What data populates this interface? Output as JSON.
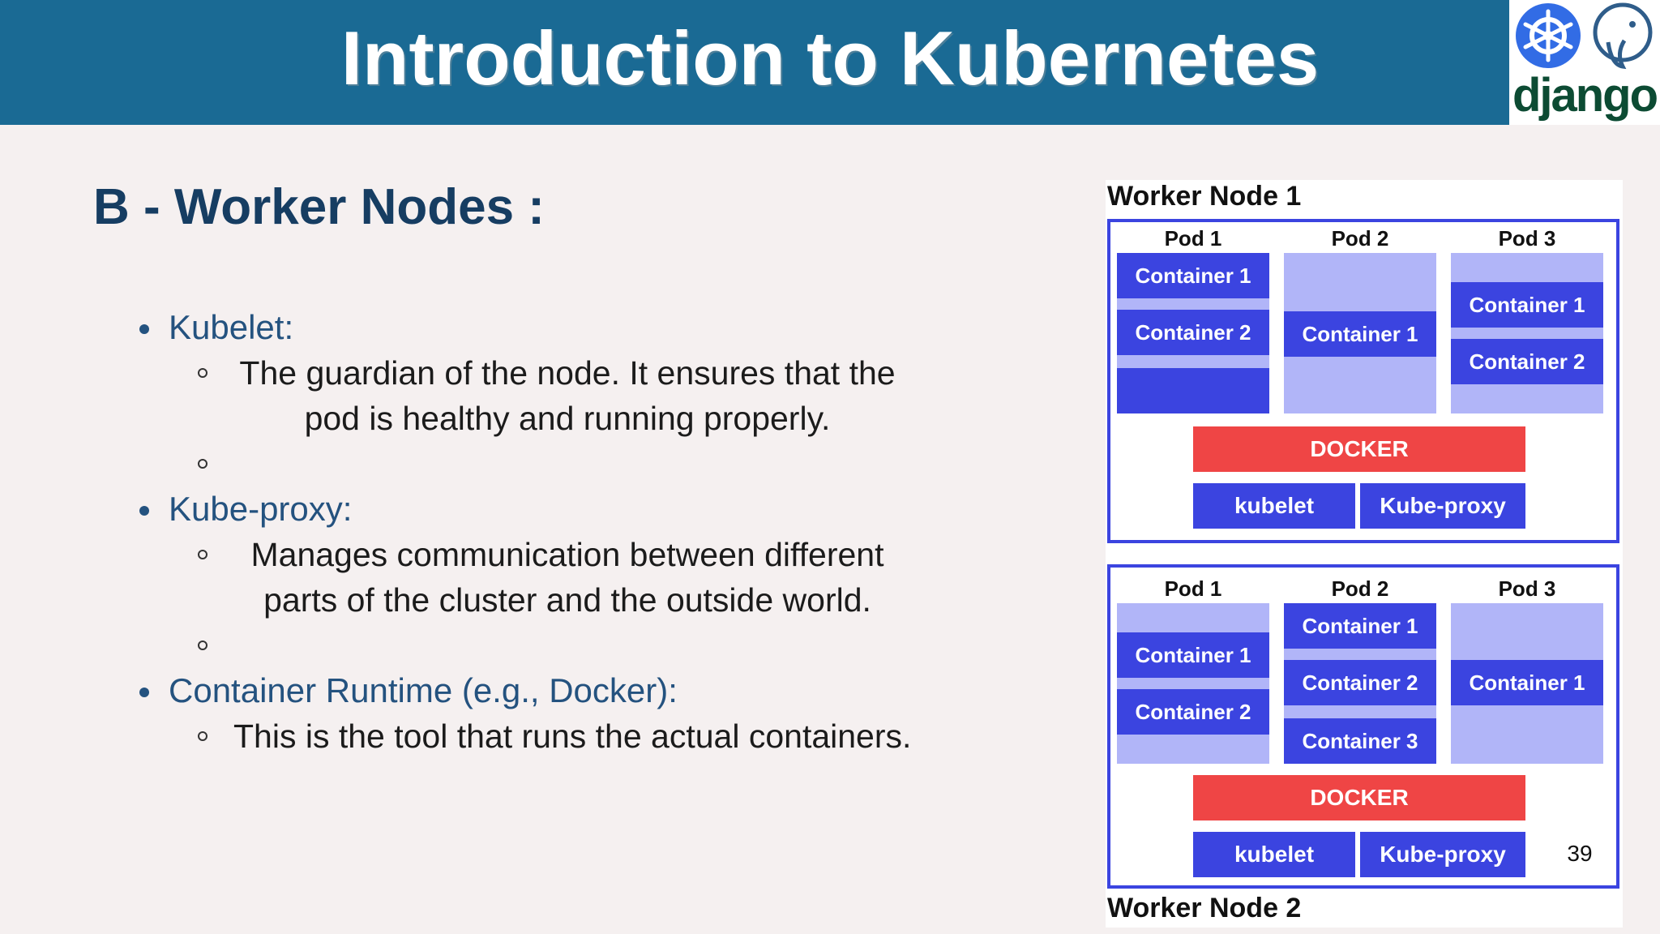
{
  "header": {
    "title": "Introduction to Kubernetes",
    "logo_text": "django"
  },
  "section": {
    "title": "B - Worker Nodes :"
  },
  "bullets": [
    {
      "label": "Kubelet:",
      "subs": [
        "The guardian of the node. It ensures that the",
        "pod is healthy and running properly."
      ]
    },
    {
      "label": "Kube-proxy:",
      "subs": [
        "Manages communication between different",
        "parts of the cluster and the outside world."
      ]
    },
    {
      "label": "Container Runtime (e.g., Docker):",
      "subs": [
        "This is the tool that runs the actual containers."
      ]
    }
  ],
  "diagram": {
    "nodes": [
      {
        "name": "Worker Node 1",
        "pods": [
          {
            "label": "Pod 1",
            "containers": [
              "Container 1",
              "Container 2",
              ""
            ]
          },
          {
            "label": "Pod 2",
            "containers": [
              "Container 1"
            ]
          },
          {
            "label": "Pod 3",
            "containers": [
              "Container 1",
              "Container 2"
            ]
          }
        ],
        "runtime": "DOCKER",
        "services": [
          "kubelet",
          "Kube-proxy"
        ]
      },
      {
        "name": "Worker Node 2",
        "pods": [
          {
            "label": "Pod 1",
            "containers": [
              "Container 1",
              "Container 2"
            ]
          },
          {
            "label": "Pod 2",
            "containers": [
              "Container 1",
              "Container 2",
              "Container 3"
            ]
          },
          {
            "label": "Pod 3",
            "containers": [
              "Container 1"
            ]
          }
        ],
        "runtime": "DOCKER",
        "services": [
          "kubelet",
          "Kube-proxy"
        ]
      }
    ]
  },
  "page_number": "39"
}
